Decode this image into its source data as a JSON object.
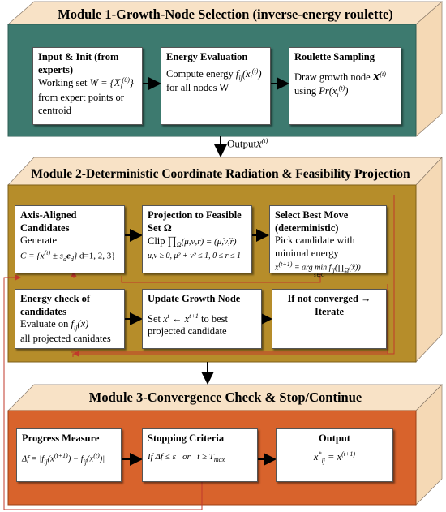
{
  "colors": {
    "module1_fill": "#3d7a6f",
    "module2_fill": "#b68d2a",
    "module3_fill": "#d8632c",
    "side_fill": "#f5d9b5",
    "top_fill": "#f8e2c6",
    "feedback_line": "#c0392b"
  },
  "module1": {
    "title": "Module 1-Growth-Node Selection (inverse-energy roulette)",
    "box_input": {
      "title": "Input & Init (from experts)",
      "line1_prefix": "Working set",
      "line1_math": "W = {X",
      "line1_math_sup": "(0)",
      "line1_math_sub": "i",
      "line1_math_end": "}",
      "line2": "from expert points or",
      "line3": "centroid"
    },
    "box_energy": {
      "title": "Energy Evaluation",
      "line1_prefix": "Compute energy",
      "line1_math": "f",
      "line1_math_sub": "ij",
      "line1_math_arg": "(x",
      "line1_math_arg_sup": "(t)",
      "line1_math_arg_sub": "i",
      "line1_math_arg_end": ")",
      "line2": "for all nodes W"
    },
    "box_roulette": {
      "title": "Roulette Sampling",
      "line1": "Draw growth node",
      "line1_math": "x",
      "line1_math_sup": "(t)",
      "line2_prefix": "using",
      "line2_math": "Pr(x",
      "line2_math_sup": "(t)",
      "line2_math_sub": "i",
      "line2_math_end": ")"
    }
  },
  "connector1": {
    "label": "Output",
    "math": "x",
    "math_sup": "(t)"
  },
  "module2": {
    "title": "Module 2-Deterministic Coordinate Radiation & Feasibility Projection",
    "box_candidates": {
      "title1": "Axis-Aligned",
      "title2": "Candidates",
      "line1": "Generate",
      "formula": "C = {x",
      "formula_sup": "(t)",
      "formula_mid": " ± s",
      "formula_sub": "d",
      "formula_e": "e",
      "formula_e_sub": "d",
      "formula_end": "}",
      "formula_tail": "d=1, 2, 3}"
    },
    "box_projection": {
      "title1": "Projection to Feasible",
      "title2": "Set Ω",
      "line1_prefix": "Clip",
      "line1_math": "∏",
      "line1_math_sub": "Ω",
      "line1_math_rest": "(μ,ν,r) = (μ̂,ν̂,r̂)",
      "line2_math": "μ,ν ≥ 0, μ² + ν² ≤ 1, 0 ≤ r ≤ 1"
    },
    "box_best": {
      "title1": "Select Best Move",
      "title2": "(deterministic)",
      "line1": "Pick candidate with",
      "line2": "minimal energy",
      "line3_math": "x",
      "line3_math_sup": "(t+1)",
      "line3_rest": " = arg min f",
      "line3_sub": "s∈C",
      "line3_f_sub": "ij",
      "line3_end": "(∏",
      "line3_pi_sub": "Ω",
      "line3_close": "(x̃))"
    },
    "box_energy_check": {
      "title1": "Energy check of",
      "title2": "candidates",
      "line1_prefix": "Evaluate on",
      "line1_math": "f",
      "line1_math_sub": "ij",
      "line1_math_arg": "(x̃)",
      "line2": "all projected canidates"
    },
    "box_update": {
      "title": "Update Growth Node",
      "line1_prefix": "Set",
      "line1_math": "x",
      "line1_math_sup": "t",
      "line1_arrow": " ← x",
      "line1_arrow_sup": "t+1",
      "line1_rest": " to best",
      "line2": "projected candidate"
    },
    "box_iterate": {
      "title1": "If not converged →",
      "title2": "Iterate"
    }
  },
  "module3": {
    "title": "Module 3-Convergence Check & Stop/Continue",
    "box_progress": {
      "title": "Progress Measure",
      "formula": "Δf = |f",
      "formula_sub": "ij",
      "formula_a": "(x",
      "formula_a_sup": "(t+1)",
      "formula_b": ") − f",
      "formula_b_sub": "ij",
      "formula_c": "(x",
      "formula_c_sup": "(t)",
      "formula_end": ")|"
    },
    "box_stopping": {
      "title": "Stopping Criteria",
      "formula": "If Δf ≤ ε   or   t ≥ T",
      "formula_sub": "max"
    },
    "box_output": {
      "title": "Output",
      "formula": "x",
      "formula_sup": "*",
      "formula_sub": "ij",
      "formula_rest": " = x",
      "formula_rest_sup": "(t+1)"
    }
  }
}
